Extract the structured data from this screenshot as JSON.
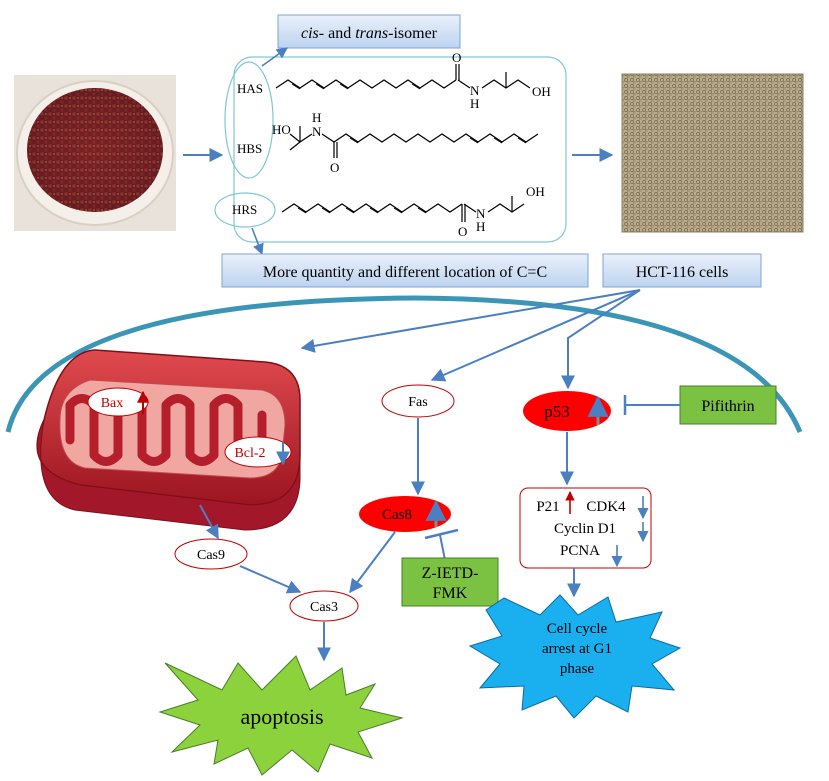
{
  "top": {
    "isomer_parts": [
      "cis",
      "- and ",
      "trans",
      "-isomer"
    ],
    "quantity_label": "More quantity and different location of C=C",
    "hct_label": "HCT-116 cells"
  },
  "molecules": {
    "has": "HAS",
    "hbs": "HBS",
    "hrs": "HRS",
    "nh": "N",
    "h": "H",
    "oh": "OH",
    "ho": "HO",
    "o": "O"
  },
  "nodes": {
    "bax": "Bax",
    "bcl2": "Bcl-2",
    "fas": "Fas",
    "p53": "p53",
    "pifithrin": "Pifithrin",
    "cas9": "Cas9",
    "cas8": "Cas8",
    "cas3": "Cas3",
    "zietd_line1": "Z-IETD-",
    "zietd_line2": "FMK",
    "p21": "P21",
    "cdk4": "CDK4",
    "cyclin": "Cyclin D1",
    "pcna": "PCNA",
    "cellcycle_line1": "Cell cycle",
    "cellcycle_line2": "arrest at G1",
    "cellcycle_line3": "phase",
    "apoptosis": "apoptosis"
  },
  "colors": {
    "arrow": "#4a7fc1",
    "red_node": "#ff0000",
    "red_border": "#c00000",
    "green_box": "#7cc242",
    "blue_box": "#d6e4f5",
    "star_green": "#8cd23c",
    "star_blue": "#1ab0f0",
    "mito": "#b81e2a"
  }
}
